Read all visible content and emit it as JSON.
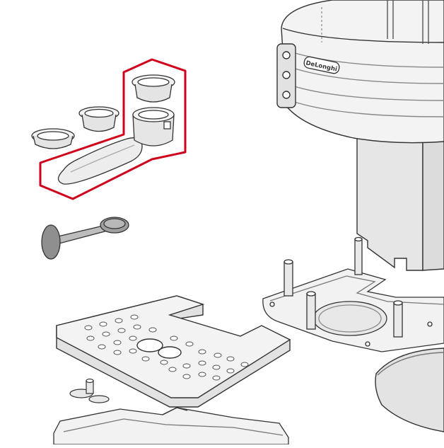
{
  "diagram": {
    "brand_badge": "DeLonghi",
    "highlight_color": "#d0021b",
    "line_color": "#333333",
    "part_fill": "#f1f1f1",
    "part_shade": "#cfcfcf",
    "parts": [
      {
        "name": "single-shot-filter",
        "icon": "filter-basket-icon"
      },
      {
        "name": "double-shot-filter",
        "icon": "filter-basket-icon"
      },
      {
        "name": "pod-filter",
        "icon": "filter-basket-icon"
      },
      {
        "name": "filter-holder",
        "icon": "portafilter-icon"
      },
      {
        "name": "measuring-scoop-tamper",
        "icon": "scoop-icon"
      },
      {
        "name": "cup-tray",
        "icon": "drip-grid-icon"
      },
      {
        "name": "machine-body",
        "icon": "machine-body-icon"
      },
      {
        "name": "base-frame",
        "icon": "base-frame-icon"
      },
      {
        "name": "drip-tray-base",
        "icon": "drip-tray-icon"
      },
      {
        "name": "float-indicator",
        "icon": "float-icon"
      },
      {
        "name": "water-tank-lid",
        "icon": "tank-lid-icon"
      }
    ]
  }
}
